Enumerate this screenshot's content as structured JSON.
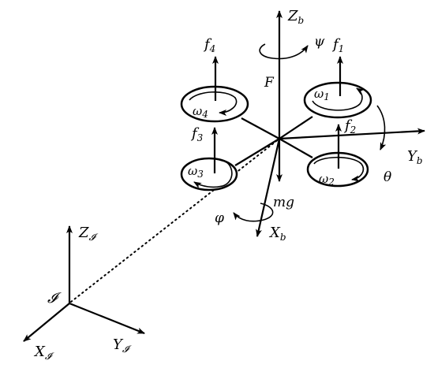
{
  "figure": {
    "inertial_frame": {
      "origin": "𝓘",
      "z": "Z",
      "x": "X",
      "y": "Y",
      "subscript": "𝓘"
    },
    "body_frame": {
      "z": "Z",
      "x": "X",
      "y": "Y",
      "subscript": "b"
    },
    "forces": {
      "thrust": "F",
      "gravity": "mg",
      "f": "f",
      "f1_sub": "1",
      "f2_sub": "2",
      "f3_sub": "3",
      "f4_sub": "4"
    },
    "rotor_speeds": {
      "omega": "ω",
      "w1_sub": "1",
      "w2_sub": "2",
      "w3_sub": "3",
      "w4_sub": "4"
    },
    "angles": {
      "roll": "φ",
      "pitch": "θ",
      "yaw": "ψ"
    }
  }
}
